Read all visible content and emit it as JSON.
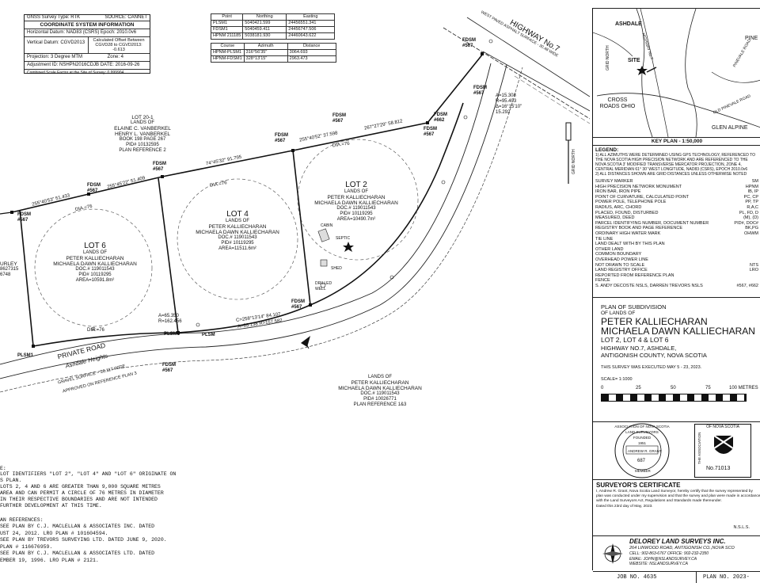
{
  "survey_box": {
    "row1_left": "GNSS Survey Type: RTK",
    "row1_right": "SOURCE: CANNET",
    "title": "COORDINATE SYSTEM INFORMATION",
    "hdatum": "Horizontal Datum: NAD83 (CSRS)  Epoch: 2010.0v6",
    "vdatum": "Vertical Datum: CGVD2013",
    "offset": "Calculated Offset Between CGVD28 to CGVD2013: -0.613",
    "projection": "Projection: 3 Degree MTM",
    "zone": "Zone: 4",
    "adjustment": "Adjustment ID: NSHPN2016CDJB  DATE: 2016-09-26",
    "scale_factor": "Combined Scale Factor at the Site of Survey: 0.999904"
  },
  "coord_table": {
    "headers": [
      "Point",
      "Northing",
      "Easting"
    ],
    "rows": [
      [
        "PLSM1",
        "5040421.599",
        "24456551.341"
      ],
      [
        "FDSM1",
        "5040459.411",
        "24456747.506"
      ],
      [
        "HPNM 211185",
        "5038181.930",
        "24460643.622"
      ]
    ],
    "headers2": [
      "Course",
      "Azimuth",
      "Distance"
    ],
    "rows2": [
      [
        "HPNM-PLSM1",
        "316°56'35\"",
        "3064.693"
      ],
      [
        "HPNM-FDSM1",
        "328°13'15\"",
        "2963.473"
      ]
    ]
  },
  "plan": {
    "highway_label": "HIGHWAY No.7",
    "highway_sub": "WEST PAVED ASPHALT SURFACE - 30.48 WIDE",
    "private_road": "PRIVATE ROAD",
    "asndale": "Asndale Heights",
    "gravel": "GRAVEL SURFACE ~ 20.117 WIDE",
    "approved": "APPROVED ON REFERENCE PLAN 3",
    "lot20_1": [
      "LOT 20-1",
      "LANDS OF",
      "ELAINE C. VANBERKEL",
      "HENRY L. VANBERKEL",
      "BOOK 198 PAGE 267",
      "PID# 10132595",
      "PLAN REFERENCE 2"
    ],
    "lot6": [
      "LOT 6",
      "LANDS OF",
      "PETER KALLIECHARAN",
      "MICHAELA DAWN KALLIECHARAN",
      "DOC.# 119011543",
      "PID# 10119295",
      "AREA=10591.8m²"
    ],
    "lot4": [
      "LOT 4",
      "LANDS OF",
      "PETER KALLIECHARAN",
      "MICHAELA DAWN KALLIECHARAN",
      "DOC.# 119011543",
      "PID# 10119295",
      "AREA=11511.6m²"
    ],
    "lot2": [
      "LOT 2",
      "LANDS OF",
      "PETER KALLIECHARAN",
      "MICHAELA DAWN KALLIECHARAN",
      "DOC.# 119011543",
      "PID# 10119295",
      "AREA=10490.7m²"
    ],
    "lower_lands": [
      "LANDS OF",
      "PETER KALLIECHARAN",
      "MICHAELA DAWN KALLIECHARAN",
      "DOC.# 119011543",
      "PID# 10026771",
      "PLAN REFERENCE 1&3"
    ],
    "left_lands": [
      "URLEY",
      "8627315",
      "6748"
    ],
    "markers": [
      "FDSM #567",
      "FDSM #567",
      "FDSM #567",
      "FDSM #567",
      "FDSM #567",
      "FDSM #567",
      "FDSM #662",
      "FDSM #567",
      "FDSM #567",
      "FDSM #567",
      "FDSM #567",
      "PLSM1",
      "PLSM1",
      "PLSM"
    ],
    "bearings": [
      "255°40'53\" 51.433",
      "255°45'22\" 51.409",
      "74°45'32\" 91.795",
      "255°40'52\" 37.598",
      "267°27'29\" 58.812",
      "DIA.=76",
      "DIA.=76",
      "DIA.=76",
      "DIA.=76"
    ],
    "curve": [
      "A=15.308",
      "R=95.403",
      "Δ=16°15'10\"",
      "15.292"
    ],
    "curve_bottom": [
      "A=65.350",
      "R=162.456",
      "C=258°13'14\" 84.107",
      "A=85.138 R=157.582"
    ],
    "cabin": "CABIN",
    "shed": "SHED",
    "septic": "SEPTIC",
    "well": "DRILLED WELL",
    "grid_north": "GRID NORTH"
  },
  "notes": {
    "heading": "E:",
    "lines": [
      "LOT IDENTIFIERS \"LOT 2\", \"LOT 4\" AND \"LOT 6\" ORIGINATE ON",
      "S PLAN.",
      "LOTS 2, 4 AND 6  ARE GREATER THAN 9,000 SQUARE METRES",
      "AREA AND CAN PERMIT A CIRCLE OF 76 METRES IN DIAMETER",
      "IN THEIR RESPECTIVE BOUNDARIES AND ARE NOT INTENDED",
      "FURTHER DEVELOPMENT AT THIS TIME."
    ],
    "ref_heading": "AN REFERENCES:",
    "refs": [
      "SEE PLAN BY C.J. MACLELLAN & ASSOCIATES INC. DATED",
      "UST 24, 2012. LRO PLAN # 101604594.",
      "SEE PLAN BY TREVORS SURVEYING LTD. DATED JUNE 9, 2020.",
      "PLAN # 116676959.",
      "SEE PLAN BY C.J. MACLELLAN & ASSOCIATES LTD. DATED",
      "EMBER 19, 1996. LRO PLAN # 2121."
    ]
  },
  "keyplan": {
    "labels": [
      "ASHDALE",
      "SITE",
      "CROSS ROADS OHIO",
      "GLEN ALPINE",
      "PINE",
      "GRID NORTH",
      "HIGHWAY No.7",
      "PINEVALE ROAD",
      "OLD PINEVALE ROAD"
    ],
    "caption": "KEY PLAN - 1:50,000"
  },
  "legend": {
    "title": "LEGEND:",
    "notes": [
      "1) ALL AZIMUTHS WERE DETERMINED USING GPS TECHNOLOGY, REFERENCED TO",
      "THE NOVA SCOTIA HIGH PRECISION NETWORK AND ARE REFERENCED TO THE",
      "NOVA SCOTIA 3' MODIFIED TRANSVERSE MERCATOR PROJECTION, ZONE 4,",
      "CENTRAL MERIDIAN 61° 30' WEST LONGITUDE, NAD83 (CSRS), EPOCH 2010.0v6",
      "2) ALL DISTANCES SHOWN ARE GRID DISTANCES UNLESS OTHERWISE NOTED"
    ],
    "items": [
      [
        "SURVEY MARKER",
        "SM"
      ],
      [
        "HIGH PRECISION NETWORK MONUMENT",
        "HPNM"
      ],
      [
        "IRON BAR, IRON PIPE",
        "IB, IP"
      ],
      [
        "POINT OF CURVATURE, CALCULATED POINT",
        "PC, CP"
      ],
      [
        "POWER POLE, TELEPHONE POLE",
        "PP, TP"
      ],
      [
        "RADIUS, ARC, CHORD",
        "R,A,C"
      ],
      [
        "PLACED, FOUND, DISTURBED",
        "PL, FD, D"
      ],
      [
        "MEASURED, DEED",
        "(M), (D)"
      ],
      [
        "PARCEL IDENTIFYING NUMBER, DOCUMENT NUMBER",
        "PID#, DOC#"
      ],
      [
        "REGISTRY BOOK AND PAGE REFERENCE",
        "BK,PG"
      ],
      [
        "ORDINARY HIGH WATER MARK",
        "OHWM"
      ],
      [
        "TIE LINE",
        ""
      ],
      [
        "LAND DEALT WITH BY THIS PLAN",
        ""
      ],
      [
        "OTHER LAND",
        ""
      ],
      [
        "COMMON BOUNDARY",
        ""
      ],
      [
        "OVERHEAD POWER LINE",
        ""
      ],
      [
        "NOT DRAWN TO SCALE",
        "NTS"
      ],
      [
        "LAND REGISTRY OFFICE",
        "LRO"
      ],
      [
        "REPORTED FROM REFERENCE PLAN",
        ""
      ],
      [
        "FENCE",
        ""
      ],
      [
        "S. ANDY DECOSTE NSLS, DARREN TREVORS NSLS",
        "#567, #662"
      ]
    ]
  },
  "title_block": {
    "line1": "PLAN OF SUBDIVISION",
    "line2": "OF LANDS OF",
    "owner1": "PETER KALLIECHARAN",
    "owner2": "MICHAELA DAWN KALLIECHARAN",
    "lots": "LOT 2, LOT 4 & LOT 6",
    "location1": "HIGHWAY NO.7, ASHDALE,",
    "location2": "ANTIGONISH COUNTY, NOVA SCOTIA",
    "executed": "THIS SURVEY WAS EXECUTED MAY 5 - 23, 2023.",
    "scale": "SCALE= 1:1000",
    "scale_ticks": [
      "0",
      "25",
      "50",
      "75",
      "100 METRES"
    ]
  },
  "seals": {
    "seal1_ring": "ASSOCIATION OF NOVA SCOTIA LAND SURVEYORS",
    "seal1_founded": "FOUNDED 1951",
    "seal1_name": "ANDREW R. GRANT",
    "seal1_num": "687",
    "seal1_member": "MEMBER",
    "seal2_title": "OF NOVA SCOTIA",
    "seal2_side": "THE ASSOCIATION",
    "seal2_num": "No.71013"
  },
  "certificate": {
    "title": "SURVEYOR'S CERTIFICATE",
    "lines": [
      "I, Andrew R. Grant, Nova Scotia Land Surveyor, hereby certify that the survey represented by",
      "plan was conducted under my supervision and that the survey and plan were made in accordance",
      "with the Land Surveyors Act, Regulations and Standards made thereunder.",
      "Dated this 23rd day of May, 2023."
    ],
    "nsls": "N.S.L.S."
  },
  "company": {
    "name": "DELOREY LAND SURVEYS INC.",
    "address": "264 LINWOOD ROAD, ANTIGONISH CO.,NOVA SCO",
    "phone": "CELL: 902-863-6767   OFFICE: 902-232-2350",
    "email": "EMAIL: JOHN@NSLANDSURVEY.CA",
    "web": "WEBSITE: NSLANDSURVEY.CA",
    "job": "JOB  NO. 4635",
    "plan_no": "PLAN  NO. 2023-"
  }
}
